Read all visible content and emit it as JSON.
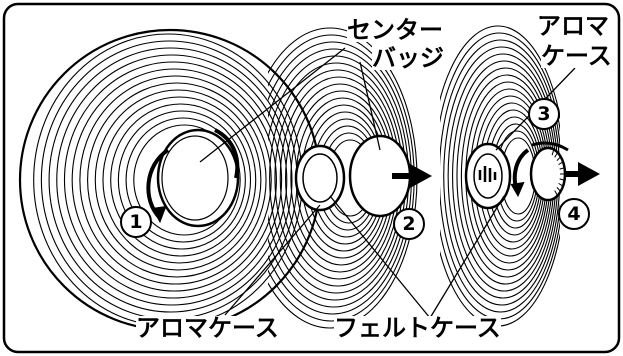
{
  "labels": {
    "center_badge_line1": "センター",
    "center_badge_line2": "バッジ",
    "aroma_case_top_line1": "アロマ",
    "aroma_case_top_line2": "ケース",
    "aroma_case_bottom": "アロマケース",
    "felt_case": "フェルトケース"
  },
  "steps": [
    "1",
    "2",
    "3",
    "4"
  ],
  "icons": {
    "rotate_arrow": "curved-rotate-arrow-icon",
    "pull_arrow": "right-arrow-icon"
  },
  "colors": {
    "line": "#000000",
    "background": "#ffffff",
    "frame": "#000000"
  }
}
